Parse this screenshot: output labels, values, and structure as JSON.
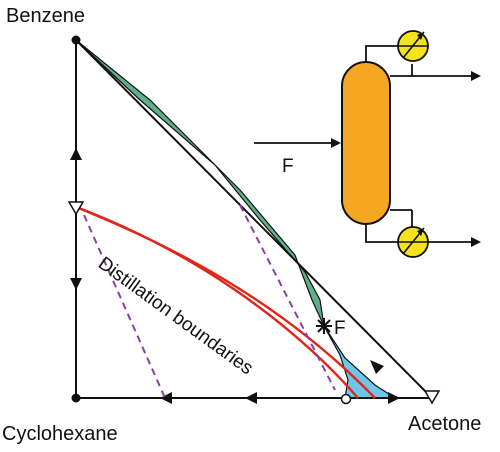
{
  "diagram": {
    "labels": {
      "benzene": "Benzene",
      "cyclohexane": "Cyclohexane",
      "acetone": "Acetone",
      "feed_point": "F",
      "feed_stream": "F",
      "boundaries": "Distillation boundaries"
    },
    "colors": {
      "region_upper": "#5cb08a",
      "region_lower": "#6ec6ea",
      "boundary_line": "#e0261b",
      "dashed_line": "#8a3fa8",
      "column_body": "#f5a623",
      "condenser_reboiler": "#f3e21c",
      "edge": "#111111"
    },
    "icons": [
      "column-icon",
      "condenser-icon",
      "reboiler-icon"
    ]
  }
}
